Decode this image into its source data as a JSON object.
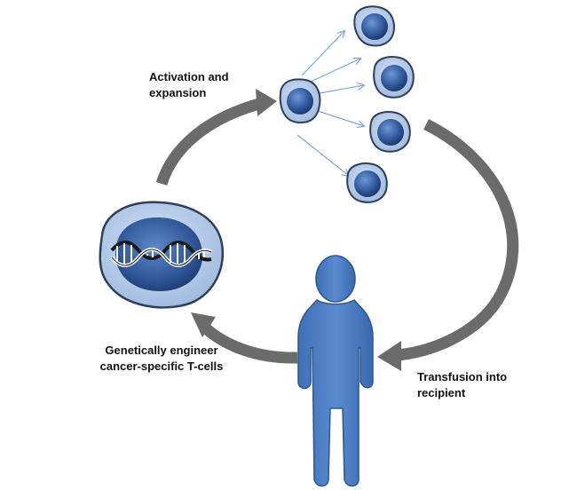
{
  "labels": {
    "activation": [
      "Activation and",
      "expansion"
    ],
    "engineer": [
      "Genetically engineer",
      "cancer-specific T-cells"
    ],
    "transfusion": [
      "Transfusion into",
      "recipient"
    ]
  },
  "colors": {
    "cell_outer": "#b8cdea",
    "cell_outer_stroke": "#2f3f5a",
    "nucleus_light": "#5b86c6",
    "nucleus_dark": "#1f3f78",
    "person": "#4a7cc0",
    "person_stroke": "#2c5690",
    "cycle_arrow": "#6b6b6b",
    "expansion_arrow": "#7fa6d6",
    "dna": "#1a1a1a"
  },
  "icons": {
    "engineered_cell": "t-cell-with-dna-icon",
    "activated_cell": "t-cell-icon",
    "recipient": "human-figure-icon"
  }
}
